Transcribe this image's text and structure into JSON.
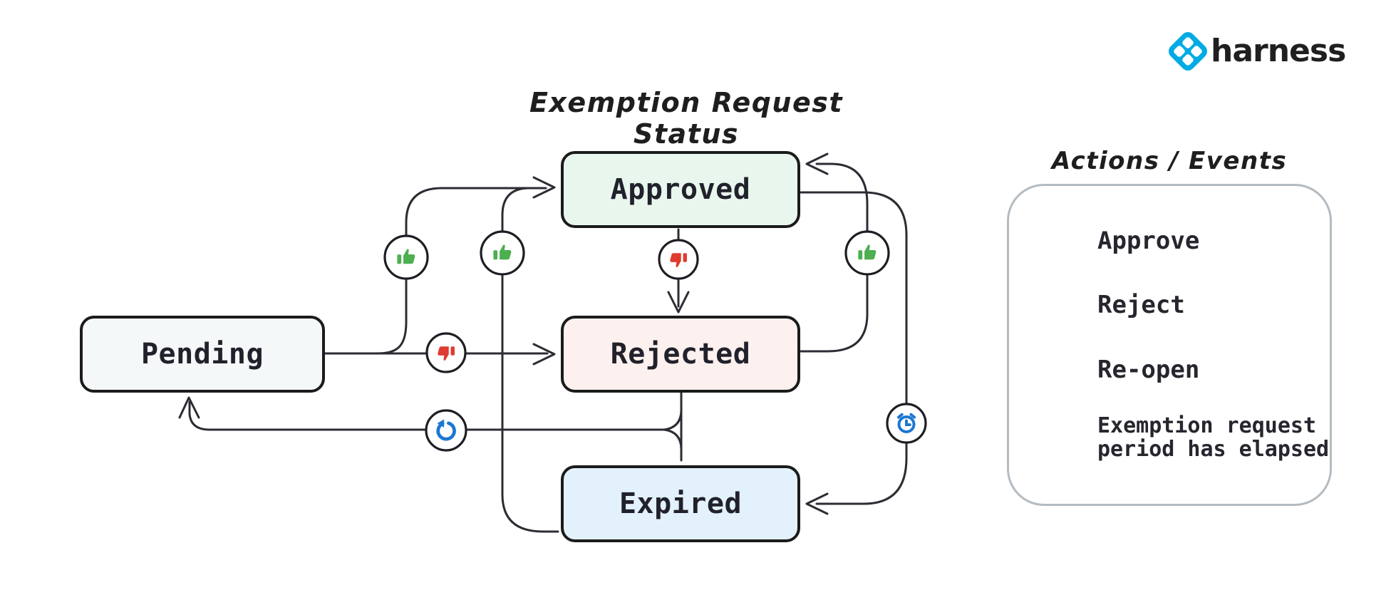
{
  "brand": {
    "name": "harness",
    "logo_color": "#00abe4",
    "text_color": "#1f1f1f"
  },
  "diagram": {
    "title": "Exemption Request Status",
    "states": [
      {
        "id": "pending",
        "label": "Pending",
        "fill": "#f5f8f9"
      },
      {
        "id": "approved",
        "label": "Approved",
        "fill": "#e9f6ee"
      },
      {
        "id": "rejected",
        "label": "Rejected",
        "fill": "#fdf1ef"
      },
      {
        "id": "expired",
        "label": "Expired",
        "fill": "#e2f1fb"
      }
    ],
    "transitions": [
      {
        "from": "Pending",
        "to": "Approved",
        "action": "Approve"
      },
      {
        "from": "Pending",
        "to": "Rejected",
        "action": "Reject"
      },
      {
        "from": "Approved",
        "to": "Rejected",
        "action": "Reject"
      },
      {
        "from": "Rejected",
        "to": "Approved",
        "action": "Approve"
      },
      {
        "from": "Approved",
        "to": "Expired",
        "action": "Exemption request period has elapsed"
      },
      {
        "from": "Expired",
        "to": "Approved",
        "action": "Approve"
      },
      {
        "from": "Rejected",
        "to": "Pending",
        "action": "Re-open"
      },
      {
        "from": "Expired",
        "to": "Pending",
        "action": "Re-open"
      }
    ]
  },
  "legend": {
    "title": "Actions / Events",
    "items": [
      {
        "icon": "thumbs-up-icon",
        "label": "Approve"
      },
      {
        "icon": "thumbs-down-icon",
        "label": "Reject"
      },
      {
        "icon": "reopen-icon",
        "label": "Re-open"
      },
      {
        "icon": "alarm-icon",
        "label": "Exemption request period has elapsed",
        "label_lines": [
          "Exemption request",
          "period has elapsed"
        ]
      }
    ]
  },
  "colors": {
    "green": "#4caf50",
    "red": "#df3b30",
    "blue": "#1b77d2",
    "line": "#2c2c34",
    "circle_stroke": "#1d1d24",
    "box_border": "#1b1b1b",
    "legend_border": "#b4bbc1"
  }
}
